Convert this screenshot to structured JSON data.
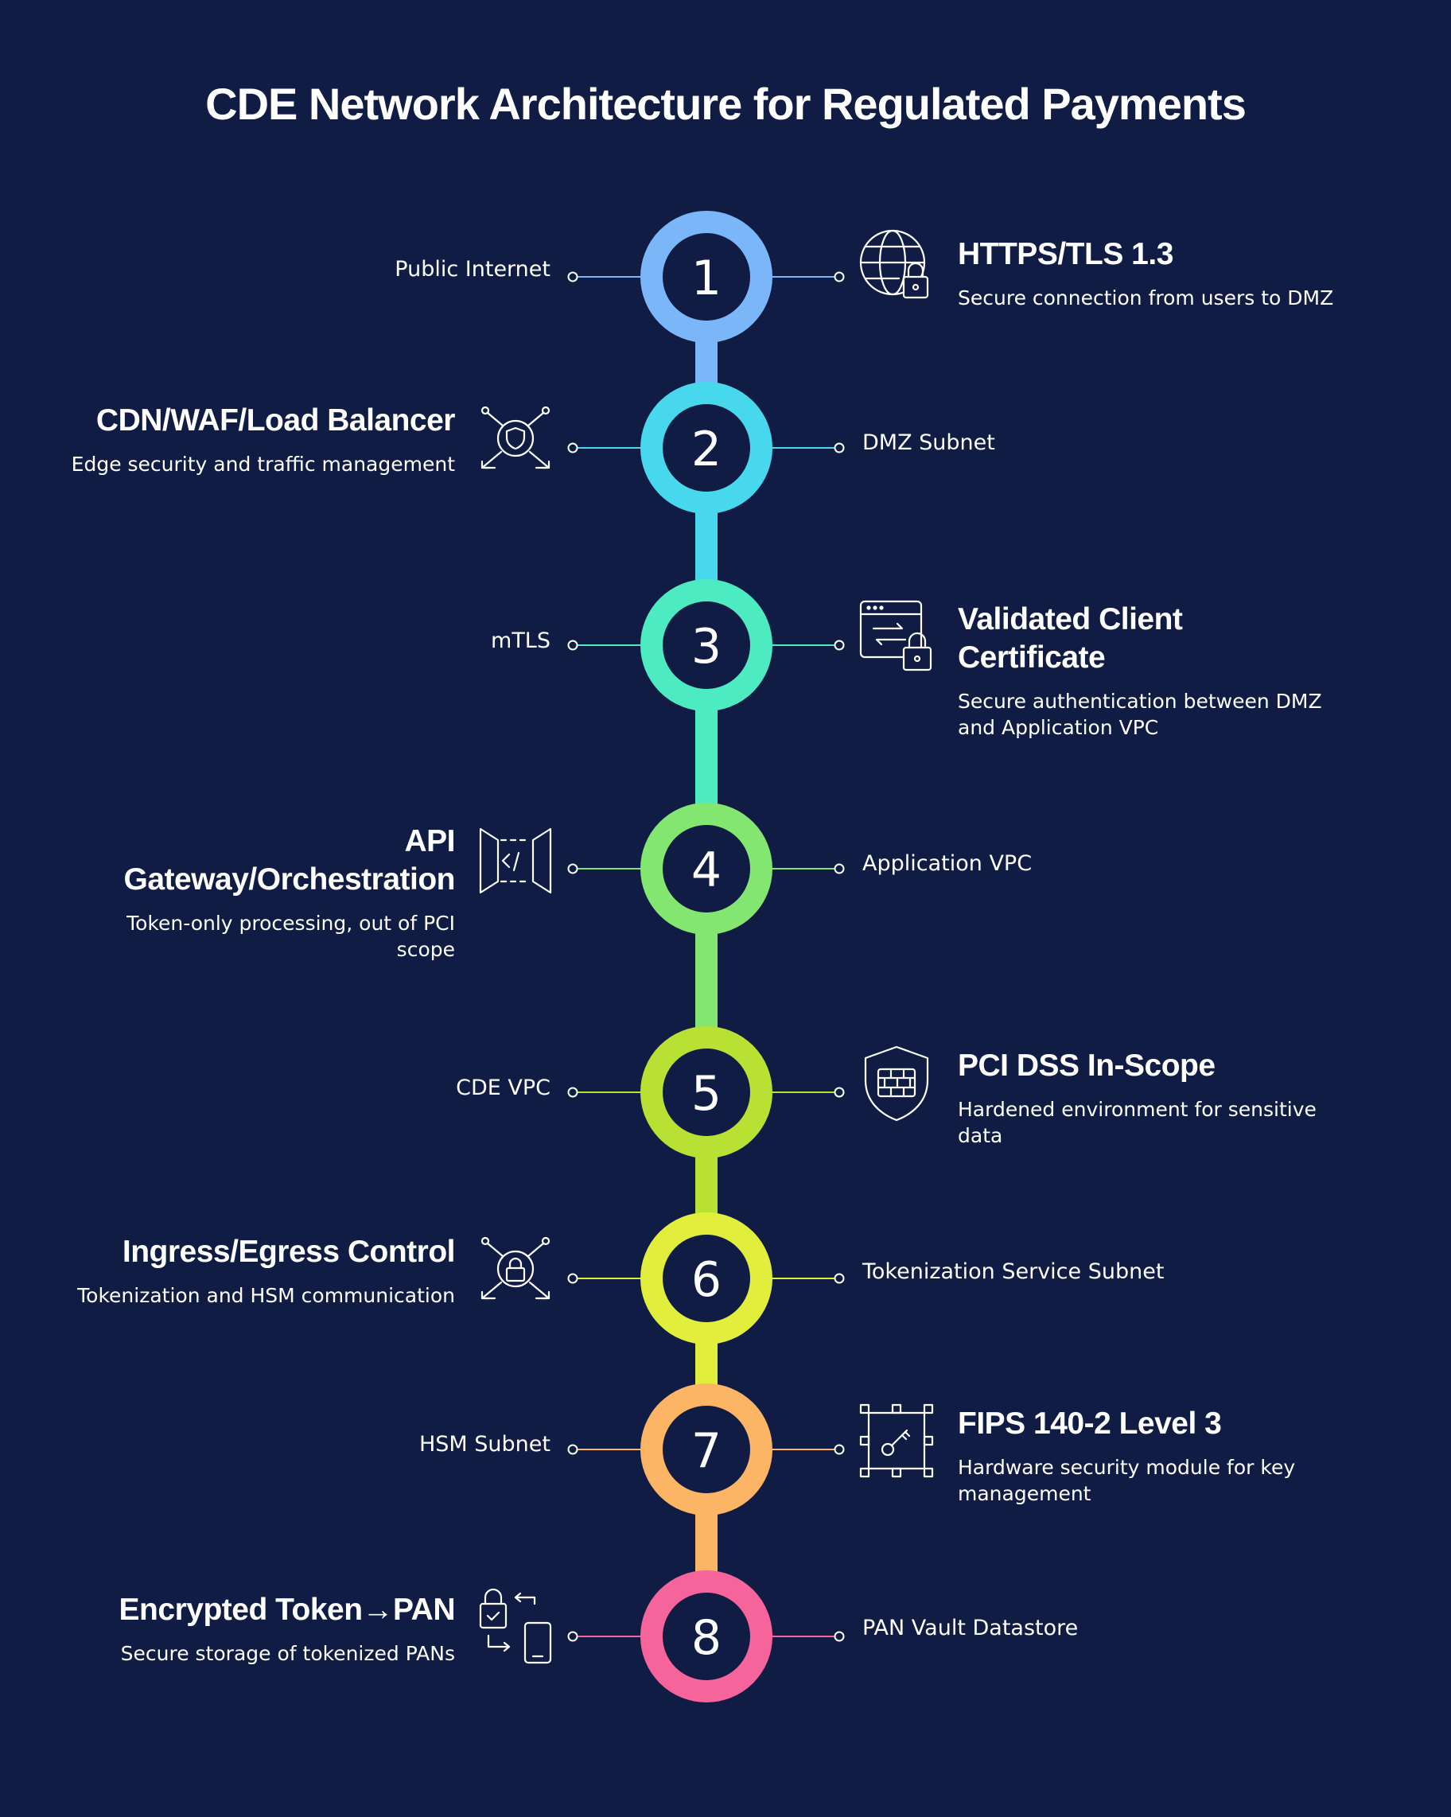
{
  "title": "CDE Network Architecture for Regulated Payments",
  "steps": [
    {
      "number": "1",
      "color": "#7ab6f8",
      "left_label": "Public Internet",
      "right_heading": "HTTPS/TLS 1.3",
      "right_desc": "Secure connection from users to DMZ",
      "icon": "globe-lock-icon"
    },
    {
      "number": "2",
      "color": "#47d8ee",
      "left_heading": "CDN/WAF/Load Balancer",
      "left_desc": "Edge security and traffic management",
      "right_label": "DMZ Subnet",
      "icon": "shield-network-icon"
    },
    {
      "number": "3",
      "color": "#4debc1",
      "left_label": "mTLS",
      "right_heading": "Validated Client Certificate",
      "right_desc": "Secure authentication between DMZ and Application VPC",
      "icon": "browser-lock-icon"
    },
    {
      "number": "4",
      "color": "#83e670",
      "left_heading": "API Gateway/Orchestration",
      "left_desc": "Token-only processing, out of PCI scope",
      "right_label": "Application VPC",
      "icon": "code-gateway-icon"
    },
    {
      "number": "5",
      "color": "#b9e133",
      "left_label": "CDE VPC",
      "right_heading": "PCI DSS In-Scope",
      "right_desc": "Hardened environment for sensitive data",
      "icon": "shield-firewall-icon"
    },
    {
      "number": "6",
      "color": "#e1ee3b",
      "left_heading": "Ingress/Egress Control",
      "left_desc": "Tokenization and HSM communication",
      "right_label": "Tokenization Service Subnet",
      "icon": "lock-network-icon"
    },
    {
      "number": "7",
      "color": "#fbb564",
      "left_label": "HSM Subnet",
      "right_heading": "FIPS 140-2 Level 3",
      "right_desc": "Hardware security module for key management",
      "icon": "chip-key-icon"
    },
    {
      "number": "8",
      "color": "#f7649c",
      "left_heading": "Encrypted Token→PAN",
      "left_desc": "Secure storage of tokenized PANs",
      "right_label": "PAN Vault Datastore",
      "icon": "lock-swap-device-icon"
    }
  ]
}
